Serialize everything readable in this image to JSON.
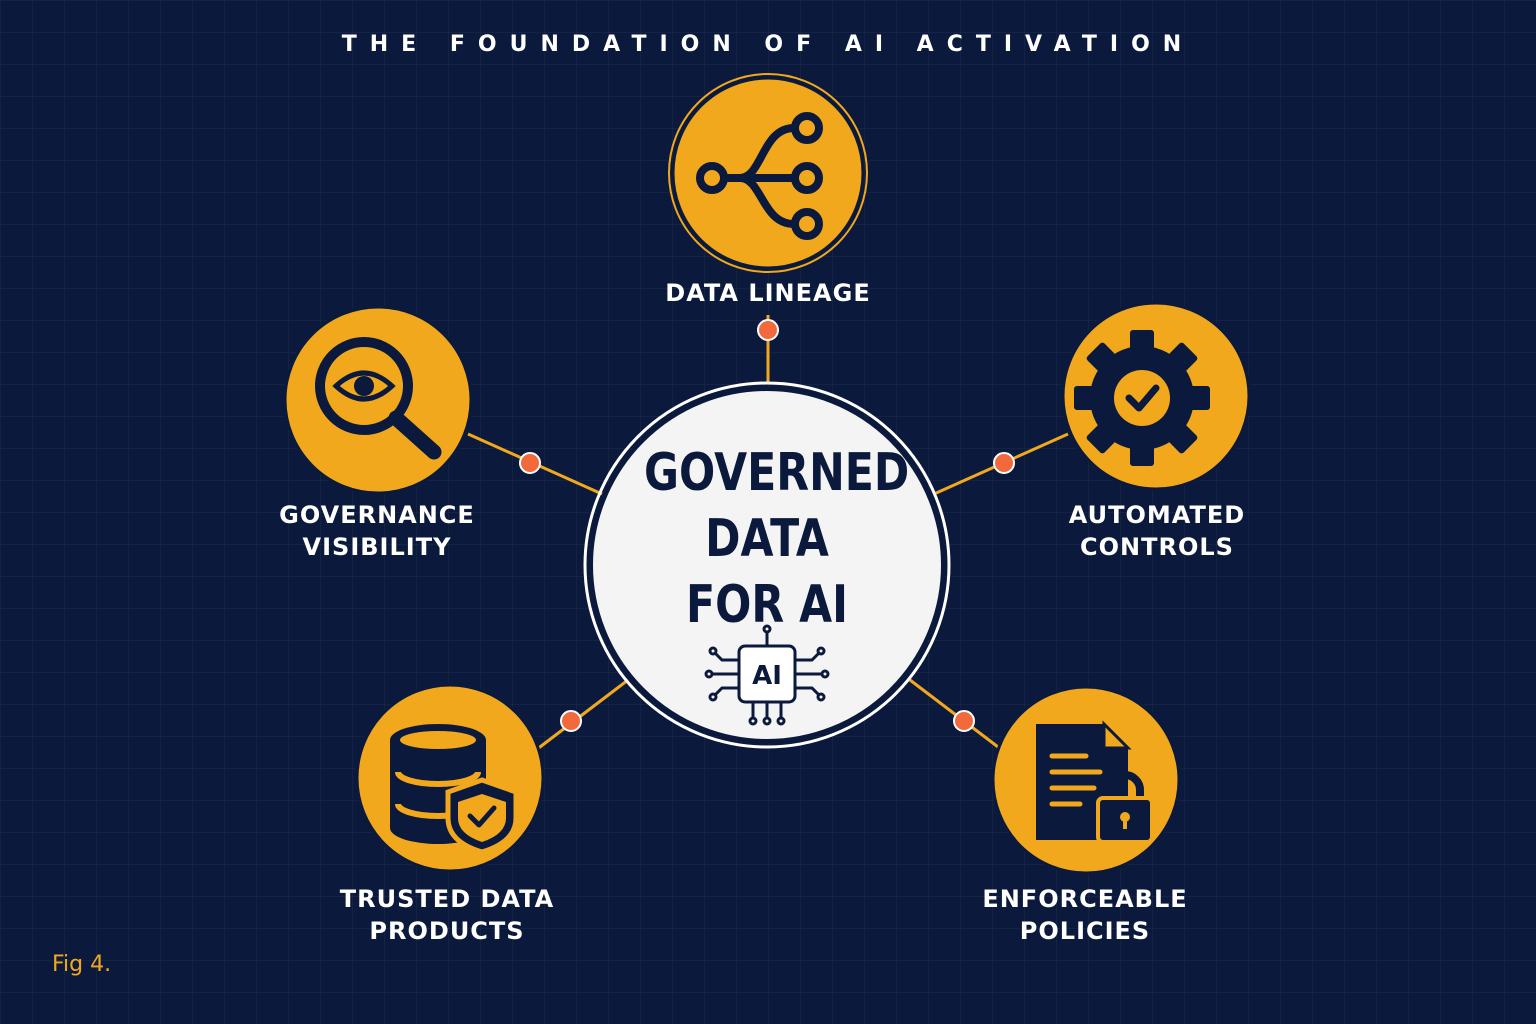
{
  "title": "THE FOUNDATION OF AI ACTIVATION",
  "center": {
    "lines": [
      "GOVERNED",
      "DATA",
      "FOR AI"
    ],
    "chip_label": "AI"
  },
  "nodes": {
    "lineage": {
      "lines": [
        "DATA LINEAGE"
      ],
      "icon": "branching-network-icon"
    },
    "visibility": {
      "lines": [
        "GOVERNANCE",
        "VISIBILITY"
      ],
      "icon": "magnifier-eye-icon"
    },
    "controls": {
      "lines": [
        "AUTOMATED",
        "CONTROLS"
      ],
      "icon": "gear-check-icon"
    },
    "products": {
      "lines": [
        "TRUSTED DATA",
        "PRODUCTS"
      ],
      "icon": "database-shield-icon"
    },
    "policies": {
      "lines": [
        "ENFORCEABLE",
        "POLICIES"
      ],
      "icon": "document-lock-icon"
    }
  },
  "caption": "Fig 4.",
  "colors": {
    "background": "#0b1a3c",
    "accent": "#f2a81d",
    "connector_dot": "#f26a3c",
    "center_fill": "#f4f4f4"
  }
}
